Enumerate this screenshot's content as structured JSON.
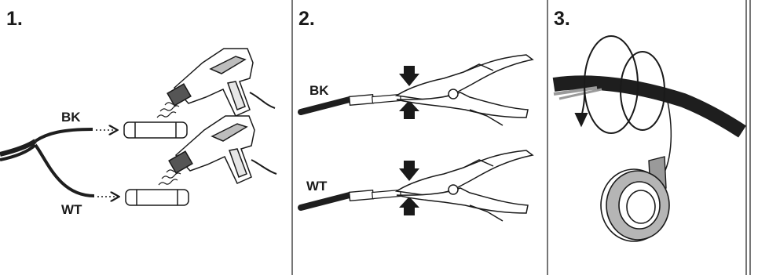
{
  "panels": [
    {
      "step": "1.",
      "labels": {
        "black_wire": "BK",
        "white_wire": "WT"
      }
    },
    {
      "step": "2.",
      "labels": {
        "black_wire": "BK",
        "white_wire": "WT"
      }
    },
    {
      "step": "3."
    }
  ],
  "colors": {
    "ink": "#1a1a1a",
    "tape_grey": "#9a9a9a",
    "wire_black": "#1e1e1e"
  },
  "icons": [
    "heat-gun-icon",
    "heat-shrink-sleeve-icon",
    "crimping-pliers-icon",
    "press-arrow-icon",
    "tape-roll-icon",
    "wrap-direction-arrow-icon"
  ]
}
